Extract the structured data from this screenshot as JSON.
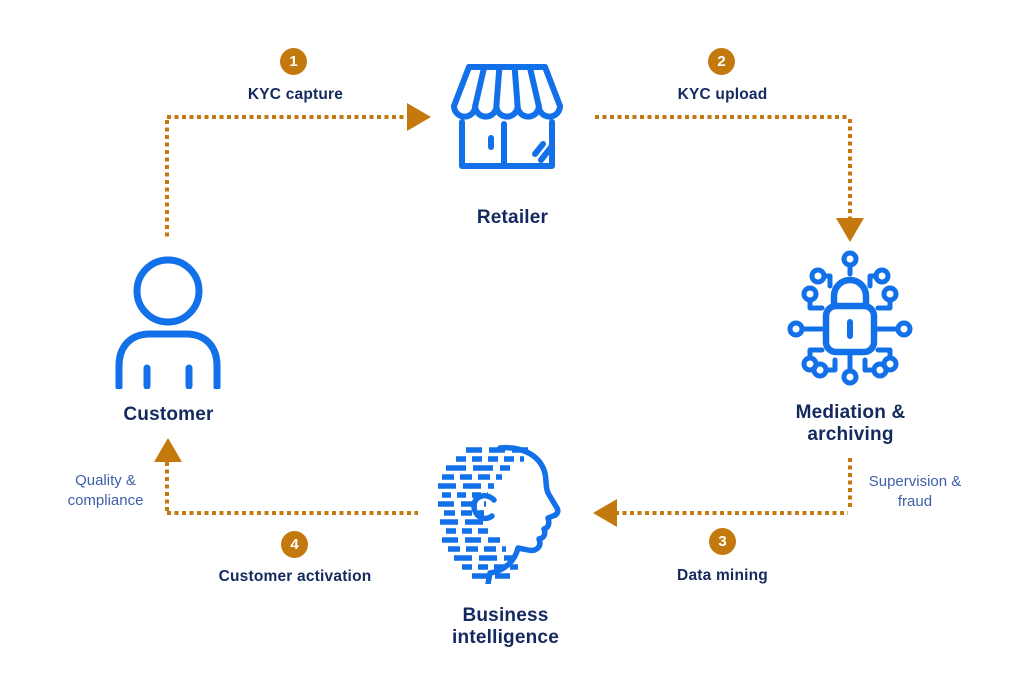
{
  "nodes": {
    "retailer": {
      "label": "Retailer"
    },
    "mediation": {
      "line1": "Mediation &",
      "line2": "archiving"
    },
    "business": {
      "line1": "Business",
      "line2": "intelligence"
    },
    "customer": {
      "label": "Customer"
    }
  },
  "steps": {
    "s1": {
      "number": "1",
      "label": "KYC capture"
    },
    "s2": {
      "number": "2",
      "label": "KYC upload"
    },
    "s3": {
      "number": "3",
      "label": "Data mining"
    },
    "s4": {
      "number": "4",
      "label": "Customer activation"
    }
  },
  "notes": {
    "supervision": {
      "line1": "Supervision &",
      "line2": "fraud"
    },
    "quality": {
      "line1": "Quality &",
      "line2": "compliance"
    }
  },
  "colors": {
    "icon_blue": "#1271e8",
    "heading_navy": "#14295e",
    "note_blue": "#3e5fa6",
    "flow_orange": "#c4790f",
    "background": "#ffffff"
  }
}
